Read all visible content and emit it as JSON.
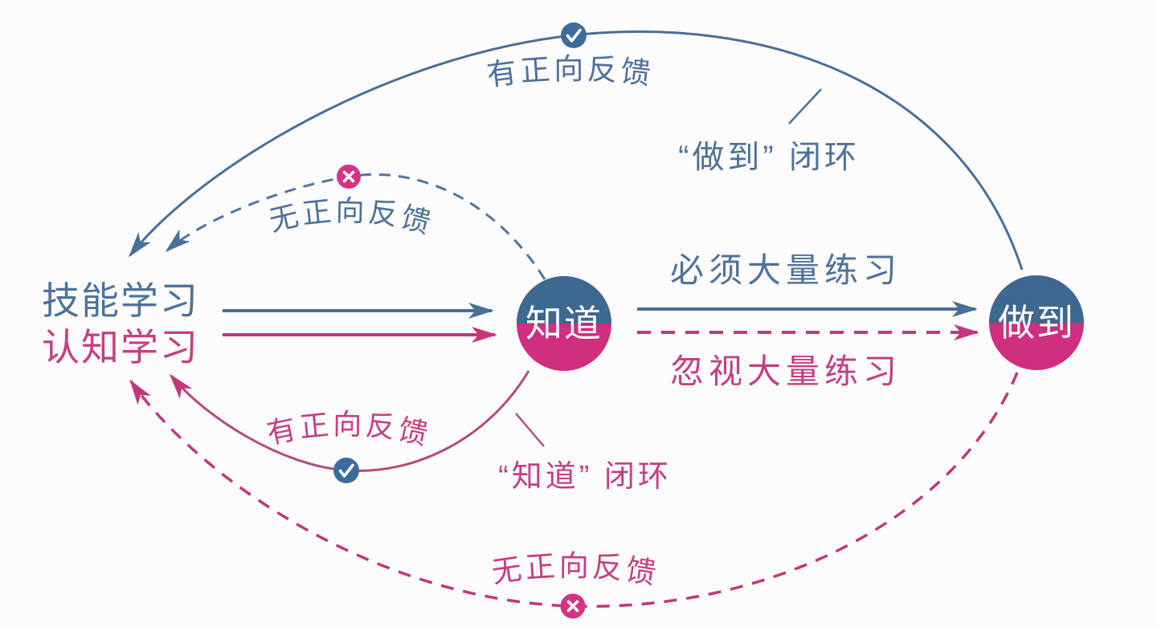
{
  "nodes": {
    "know": "知道",
    "do": "做到"
  },
  "inputs": {
    "skill": "技能学习",
    "cognition": "认知学习"
  },
  "edges": {
    "must_practice": "必须大量练习",
    "ignore_practice": "忽视大量练习"
  },
  "feedback": {
    "top_positive": "有正向反馈",
    "upper_negative": "无正向反馈",
    "lower_positive": "有正向反馈",
    "bottom_negative": "无正向反馈"
  },
  "callouts": {
    "do_loop": "“做到” 闭环",
    "know_loop": "“知道” 闭环"
  },
  "colors": {
    "blue_line": "#4a6f96",
    "blue_text": "#4e7299",
    "blue_fill": "#3d6890",
    "blue_badge": "#3a6c9c",
    "pink_line": "#b24a80",
    "pink_text": "#c43f82",
    "pink_fill": "#d02e7f",
    "pink_badge": "#d63383",
    "badge_glyph": "#ffffff"
  }
}
